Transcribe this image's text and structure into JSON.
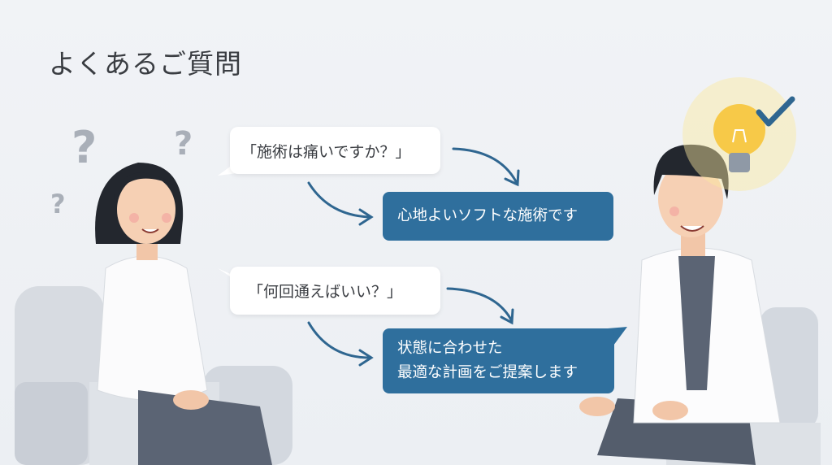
{
  "header": {
    "title": "よくあるご質問"
  },
  "faq": [
    {
      "question": "「施術は痛いですか？」",
      "answer_lines": [
        "心地よいソフトな施術です"
      ]
    },
    {
      "question": "「何回通えばいい？」",
      "answer_lines": [
        "状態に合わせた",
        "最適な計画をご提案します"
      ]
    }
  ],
  "decorations": {
    "question_mark": "?"
  },
  "colors": {
    "accent": "#2f6f9d",
    "arrow": "#2f6690",
    "background": "#eef1f5"
  }
}
